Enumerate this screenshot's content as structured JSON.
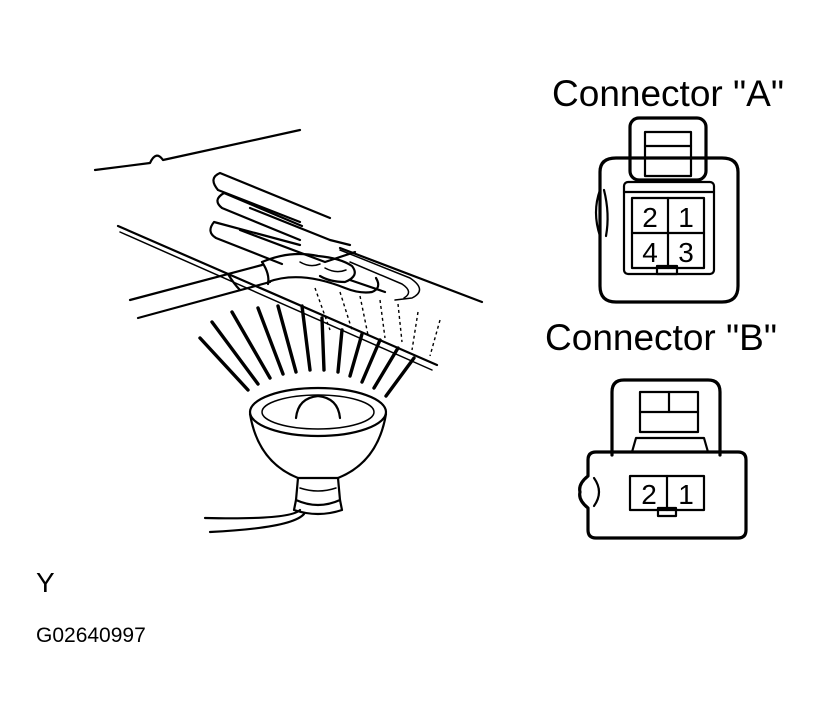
{
  "connector_a": {
    "title": "Connector \"A\"",
    "pins": [
      "2",
      "1",
      "4",
      "3"
    ]
  },
  "connector_b": {
    "title": "Connector \"B\"",
    "pins": [
      "2",
      "1"
    ]
  },
  "view_label": "Y",
  "figure_id": "G02640997",
  "colors": {
    "ink": "#000000",
    "paper": "#ffffff"
  }
}
